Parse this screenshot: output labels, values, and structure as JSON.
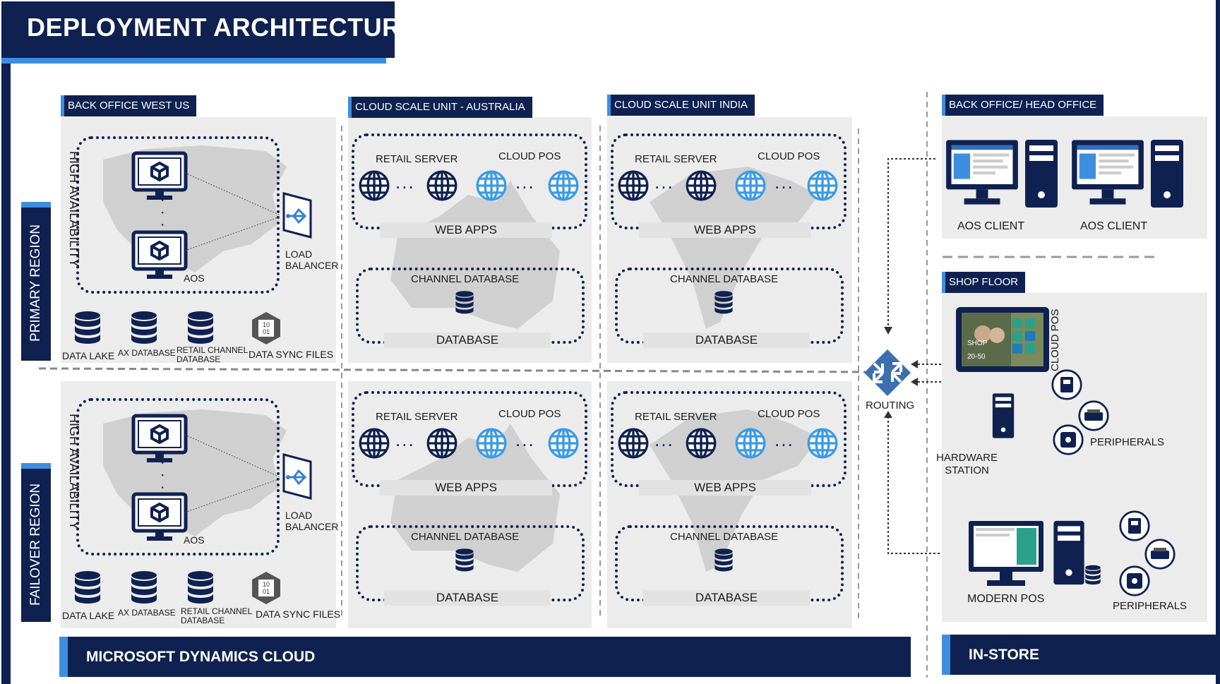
{
  "title": "DEPLOYMENT ARCHITECTURE",
  "colors": {
    "navy": "#0f2150",
    "accent": "#3e8ee0",
    "panel": "#ececec",
    "globe_dark": "#0f2150",
    "globe_light": "#3b9be6"
  },
  "regions": {
    "primary": "PRIMARY REGION",
    "failover": "FAILOVER REGION"
  },
  "back_office_west": {
    "header": "BACK OFFICE WEST US",
    "high_availability": "HIGH AVAILABILITY",
    "aos": "AOS",
    "load_balancer_line1": "LOAD",
    "load_balancer_line2": "BALANCER",
    "data_lake": "DATA LAKE",
    "ax_database": "AX DATABASE",
    "retail_channel_line1": "RETAIL CHANNEL",
    "retail_channel_line2": "DATABASE",
    "data_sync_files": "DATA SYNC FILES"
  },
  "cloud_scale_australia": {
    "header": "CLOUD SCALE UNIT - AUSTRALIA"
  },
  "cloud_scale_india": {
    "header": "CLOUD SCALE UNIT INDIA"
  },
  "scale_unit": {
    "retail_server": "RETAIL SERVER",
    "cloud_pos": "CLOUD POS",
    "web_apps": "WEB APPS",
    "channel_database": "CHANNEL DATABASE",
    "database": "DATABASE",
    "ellipsis": "..."
  },
  "routing": "ROUTING",
  "head_office": {
    "header": "BACK OFFICE/ HEAD OFFICE",
    "aos_client": "AOS CLIENT"
  },
  "shop_floor": {
    "header": "SHOP FLOOR",
    "cloud_pos": "CLOUD POS",
    "hardware_station_line1": "HARDWARE",
    "hardware_station_line2": "STATION",
    "peripherals": "PERIPHERALS",
    "modern_pos": "MODERN POS",
    "tablet_text": "SHOP",
    "tablet_text2": "20-50"
  },
  "footer": {
    "cloud": "MICROSOFT DYNAMICS CLOUD",
    "instore": "IN-STORE"
  },
  "icons": [
    "monitor-cube-icon",
    "load-balancer-icon",
    "database-icon",
    "data-file-icon",
    "globe-icon",
    "routing-icon",
    "desktop-icon",
    "tower-icon",
    "tablet-icon",
    "printer-icon",
    "card-reader-icon"
  ]
}
